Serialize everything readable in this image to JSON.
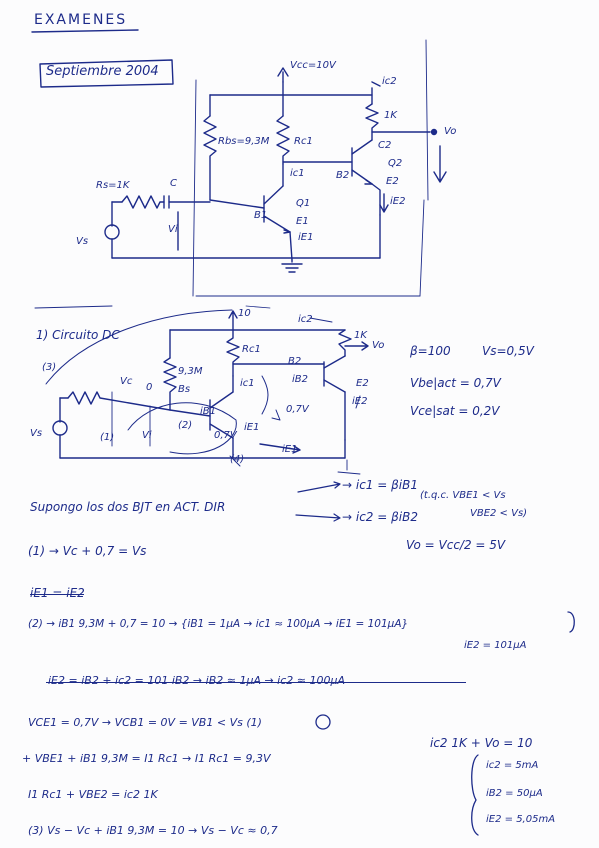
{
  "header": {
    "title": "EXAMENES",
    "date_box": "Septiembre 2004"
  },
  "circuit1": {
    "vcc": "Vcc=10V",
    "rbs": "Rbs=9,3M",
    "rc1": "Rc1",
    "rc2": "1K",
    "rs": "Rs=1K",
    "cap": "C",
    "vs": "Vs",
    "vi": "Vi",
    "ic2": "ic2",
    "c2": "C2",
    "q2": "Q2",
    "e2": "E2",
    "ie2": "iE2",
    "b2": "B2",
    "ic1": "ic1",
    "q1": "Q1",
    "b1": "B1",
    "e1": "E1",
    "ie1": "iE1",
    "vo": "Vo"
  },
  "circuit2": {
    "section_label": "1) Circuito DC",
    "v10": "10",
    "rc1": "Rc1",
    "ic2": "ic2",
    "rc2": "1K",
    "vo": "Vo",
    "r93": "9,3M",
    "b2": "B2",
    "ib2": "iB2",
    "f2": "E2",
    "ie2": "iE2",
    "ic1": "ic1",
    "ib1": "iB1",
    "v07a": "0,7V",
    "v07b": "0,7V",
    "ie1": "iE1",
    "ie1b": "iE1",
    "vs": "Vs",
    "loop1": "(1)",
    "loop2": "(2)",
    "loop3": "(3)",
    "loop4": "(4)",
    "vc": "Vc",
    "vi": "Vi",
    "zero": "0",
    "bs": "Bs"
  },
  "params": {
    "beta": "β=100",
    "vs": "Vs=0,5V",
    "vbe": "Vbe|act = 0,7V",
    "vce": "Vce|sat = 0,2V"
  },
  "notes": {
    "assume": "Supongo los dos BJT en ACT. DIR",
    "ic1": "→ ic1 = βiB1",
    "ic2": "→ ic2 = βiB2",
    "condition1": "(t.q.c. VBE1 < Vs",
    "condition2": "VBE2 < Vs)",
    "vo_eq": "Vo = Vcc/2 = 5V",
    "eq1": "(1) → Vc + 0,7 = Vs",
    "struck1": "iE1 = iE2",
    "eq2": "(2) → iB1 9,3M + 0,7 = 10 → {iB1 = 1μA → ic1 ≈ 100μA → iE1 = 101μA}",
    "ie2_line": "iE2 = 101μA",
    "struck2": "iE2 = iB2 + ic2 = 101 iB2 → iB2 ≈ 1μA → ic2 ≈ 100μA",
    "veq": "VCE1 = 0,7V → VCB1 = 0V = VB1 < Vs (1)",
    "eq3": "+ VBE1 + iB1 9,3M = I1 Rc1 → I1 Rc1 = 9,3V",
    "eq4": "I1 Rc1 + VBE2 = ic2 1K",
    "eq5": "(3) Vs − Vc + iB1 9,3M = 10 → Vs − Vc ≈ 0,7",
    "right_eq": "ic2 1K + Vo = 10",
    "res1": "ic2 = 5mA",
    "res2": "iB2 = 50μA",
    "res3": "iE2 = 5,05mA"
  }
}
